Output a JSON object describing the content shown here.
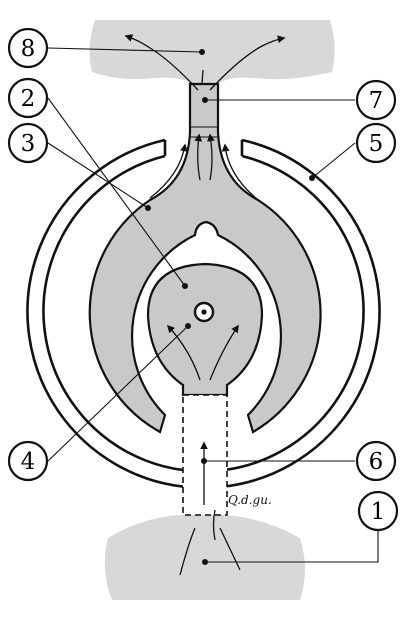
{
  "colors": {
    "background": "#ffffff",
    "ink": "#111111",
    "tissue_fill": "#c9c9c9",
    "cloud_fill": "#d8d8d8"
  },
  "callouts": [
    {
      "id": "c8",
      "label": "8"
    },
    {
      "id": "c2",
      "label": "2"
    },
    {
      "id": "c3",
      "label": "3"
    },
    {
      "id": "c4",
      "label": "4"
    },
    {
      "id": "c7",
      "label": "7"
    },
    {
      "id": "c5",
      "label": "5"
    },
    {
      "id": "c6",
      "label": "6"
    },
    {
      "id": "c1",
      "label": "1"
    }
  ],
  "signature": "Q.d.gu."
}
